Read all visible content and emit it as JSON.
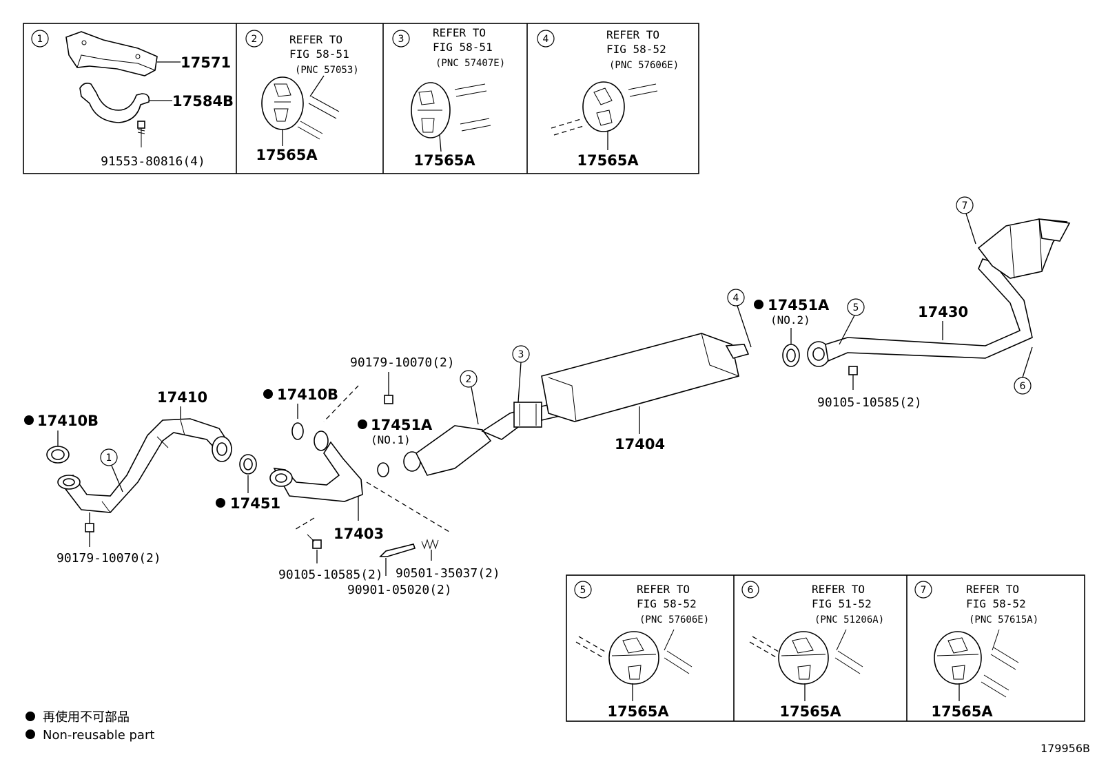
{
  "panels_top": [
    {
      "num": "1",
      "parts": [
        "17571",
        "17584B",
        "91553-80816(4)"
      ]
    },
    {
      "num": "2",
      "refer": [
        "REFER TO",
        "FIG 58-51",
        "(PNC 57053)"
      ],
      "part": "17565A"
    },
    {
      "num": "3",
      "refer": [
        "REFER TO",
        "FIG 58-51",
        "(PNC 57407E)"
      ],
      "part": "17565A"
    },
    {
      "num": "4",
      "refer": [
        "REFER TO",
        "FIG 58-52",
        "(PNC 57606E)"
      ],
      "part": "17565A"
    }
  ],
  "panels_bottom": [
    {
      "num": "5",
      "refer": [
        "REFER TO",
        "FIG 58-52",
        "(PNC 57606E)"
      ],
      "part": "17565A"
    },
    {
      "num": "6",
      "refer": [
        "REFER TO",
        "FIG 51-52",
        "(PNC 51206A)"
      ],
      "part": "17565A"
    },
    {
      "num": "7",
      "refer": [
        "REFER TO",
        "FIG 58-52",
        "(PNC 57615A)"
      ],
      "part": "17565A"
    }
  ],
  "main_labels": {
    "p17410B_left": "17410B",
    "p17410": "17410",
    "p90179_left": "90179-10070(2)",
    "p17410B_mid": "17410B",
    "p17451": "17451",
    "p17403": "17403",
    "p90105_left": "90105-10585(2)",
    "p90901": "90901-05020(2)",
    "p90501": "90501-35037(2)",
    "p90179_top": "90179-10070(2)",
    "p17451A_no1": "17451A",
    "no1": "(NO.1)",
    "p17404": "17404",
    "p17451A_no2": "17451A",
    "no2": "(NO.2)",
    "p17430": "17430",
    "p90105_right": "90105-10585(2)"
  },
  "callouts": {
    "c1": "1",
    "c2": "2",
    "c3": "3",
    "c4": "4",
    "c5": "5",
    "c6": "6",
    "c7": "7"
  },
  "legend": {
    "jp": "再使用不可部品",
    "en": "Non-reusable part"
  },
  "figure_code": "179956B"
}
